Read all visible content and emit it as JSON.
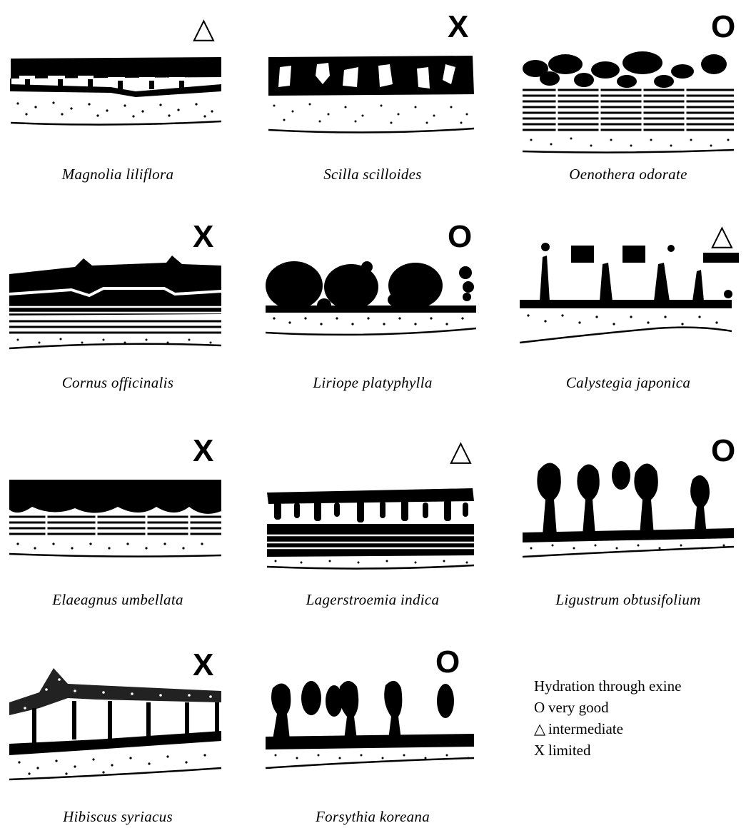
{
  "species": [
    {
      "name": "Magnolia liliflora",
      "rating": "triangle"
    },
    {
      "name": "Scilla scilloides",
      "rating": "X"
    },
    {
      "name": "Oenothera odorate",
      "rating": "O"
    },
    {
      "name": "Cornus officinalis",
      "rating": "X"
    },
    {
      "name": "Liriope platyphylla",
      "rating": "O"
    },
    {
      "name": "Calystegia japonica",
      "rating": "triangle"
    },
    {
      "name": "Elaeagnus umbellata",
      "rating": "X"
    },
    {
      "name": "Lagerstroemia indica",
      "rating": "triangle"
    },
    {
      "name": "Ligustrum obtusifolium",
      "rating": "O"
    },
    {
      "name": "Hibiscus syriacus",
      "rating": "X"
    },
    {
      "name": "Forsythia koreana",
      "rating": "O"
    }
  ],
  "symbols": {
    "O": "O",
    "X": "X",
    "triangle": "△"
  },
  "legend": {
    "title": "Hydration through exine",
    "items": [
      {
        "symbol": "O",
        "label": "very good"
      },
      {
        "symbol": "△",
        "label": "intermediate"
      },
      {
        "symbol": "X",
        "label": "limited"
      }
    ]
  }
}
